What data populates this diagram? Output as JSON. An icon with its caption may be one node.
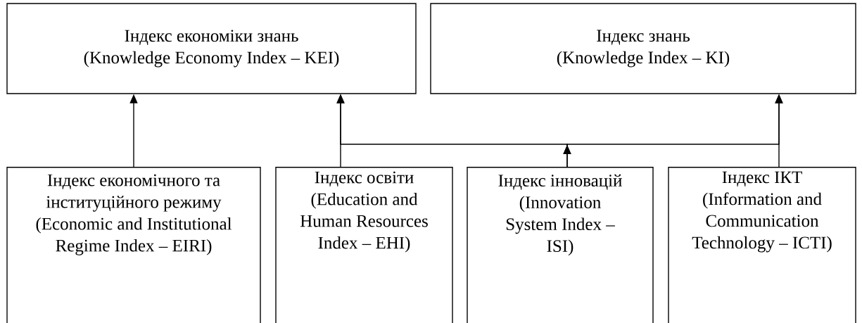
{
  "diagram": {
    "nodes": [
      {
        "text": [
          "Індекс економіки знань",
          "(Knowledge Economy Index – KEI)"
        ]
      },
      {
        "text": [
          "Індекс знань",
          "(Knowledge Index – KI)"
        ]
      },
      {
        "text": [
          "Індекс економічного та інституційного режиму (Economic and Institutional Regime Index – EIRI)"
        ]
      },
      {
        "text": [
          "Індекс освіти (Education and Human Resources Index – EHI)"
        ]
      },
      {
        "text": [
          "Індекс інновацій (Innovation System Index – ISI)"
        ]
      },
      {
        "text": [
          "Індекс ІКТ (Information and Communication Technology – ICTI)"
        ]
      }
    ],
    "edges": [
      {
        "from": 2,
        "to": 0,
        "arrow": "to"
      },
      {
        "from": 3,
        "to": 0,
        "arrow": "to"
      },
      {
        "from": 4,
        "to": 0,
        "arrow": "to"
      },
      {
        "from": 4,
        "to": 1,
        "arrow": "to"
      },
      {
        "from": 5,
        "to": 1,
        "arrow": "to"
      }
    ]
  }
}
